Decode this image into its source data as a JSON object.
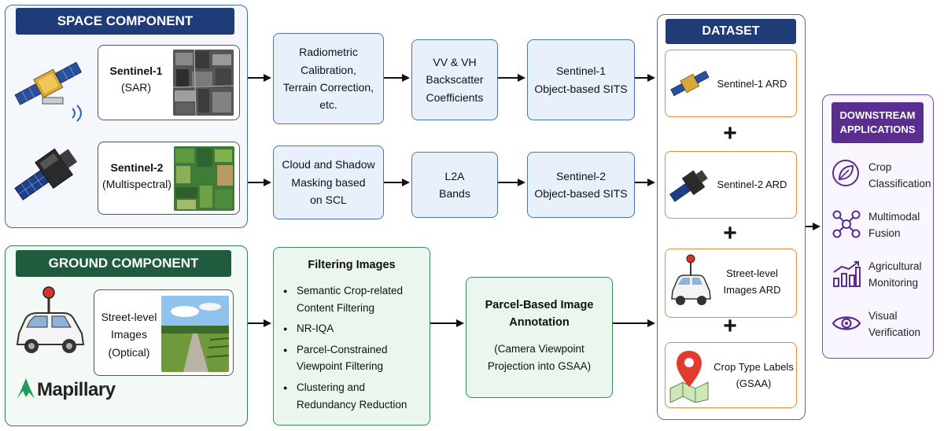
{
  "space": {
    "header": "SPACE COMPONENT",
    "s1_name": "Sentinel-1",
    "s1_sub": "(SAR)",
    "s2_name": "Sentinel-2",
    "s2_sub": "(Multispectral)"
  },
  "ground": {
    "header": "GROUND COMPONENT",
    "street_l1": "Street-level",
    "street_l2": "Images",
    "street_l3": "(Optical)",
    "mapillary": "Mapillary"
  },
  "processing": {
    "s1_step1": [
      "Radiometric",
      "Calibration,",
      "Terrain Correction,",
      "etc."
    ],
    "s1_step2": [
      "VV & VH",
      "Backscatter",
      "Coefficients"
    ],
    "s1_step3": [
      "Sentinel-1",
      "Object-based SITS"
    ],
    "s2_step1": [
      "Cloud and Shadow",
      "Masking based",
      "on SCL"
    ],
    "s2_step2": [
      "L2A",
      "Bands"
    ],
    "s2_step3": [
      "Sentinel-2",
      "Object-based SITS"
    ],
    "filter_title": "Filtering Images",
    "filter_items": [
      [
        "Semantic Crop-related",
        "Content Filtering"
      ],
      [
        "NR-IQA"
      ],
      [
        "Parcel-Constrained",
        "Viewpoint Filtering"
      ],
      [
        "Clustering and",
        "Redundancy Reduction"
      ]
    ],
    "annot_title": [
      "Parcel-Based Image",
      "Annotation"
    ],
    "annot_sub": [
      "(Camera Viewpoint",
      "Projection into GSAA)"
    ]
  },
  "dataset": {
    "header": "DATASET",
    "items": [
      [
        "Sentinel-1 ARD"
      ],
      [
        "Sentinel-2 ARD"
      ],
      [
        "Street-level",
        "Images ARD"
      ],
      [
        "Crop Type Labels",
        "(GSAA)"
      ]
    ],
    "plus": "+"
  },
  "downstream": {
    "header": [
      "DOWNSTREAM",
      "APPLICATIONS"
    ],
    "apps": [
      {
        "icon": "leaf-icon",
        "label": [
          "Crop",
          "Classification"
        ]
      },
      {
        "icon": "network-icon",
        "label": [
          "Multimodal",
          "Fusion"
        ]
      },
      {
        "icon": "chart-icon",
        "label": [
          "Agricultural",
          "Monitoring"
        ]
      },
      {
        "icon": "eye-icon",
        "label": [
          "Visual",
          "Verification"
        ]
      }
    ]
  },
  "colors": {
    "space_navy": "#1f3b78",
    "ground_green": "#1f5b3e",
    "purple": "#5a2d8e",
    "orange": "#e8893c",
    "proc_blue": "#4a74b8",
    "proc_green": "#3a8a5f",
    "mapillary_green": "#1f9c58",
    "pin_red": "#e23b2e"
  }
}
